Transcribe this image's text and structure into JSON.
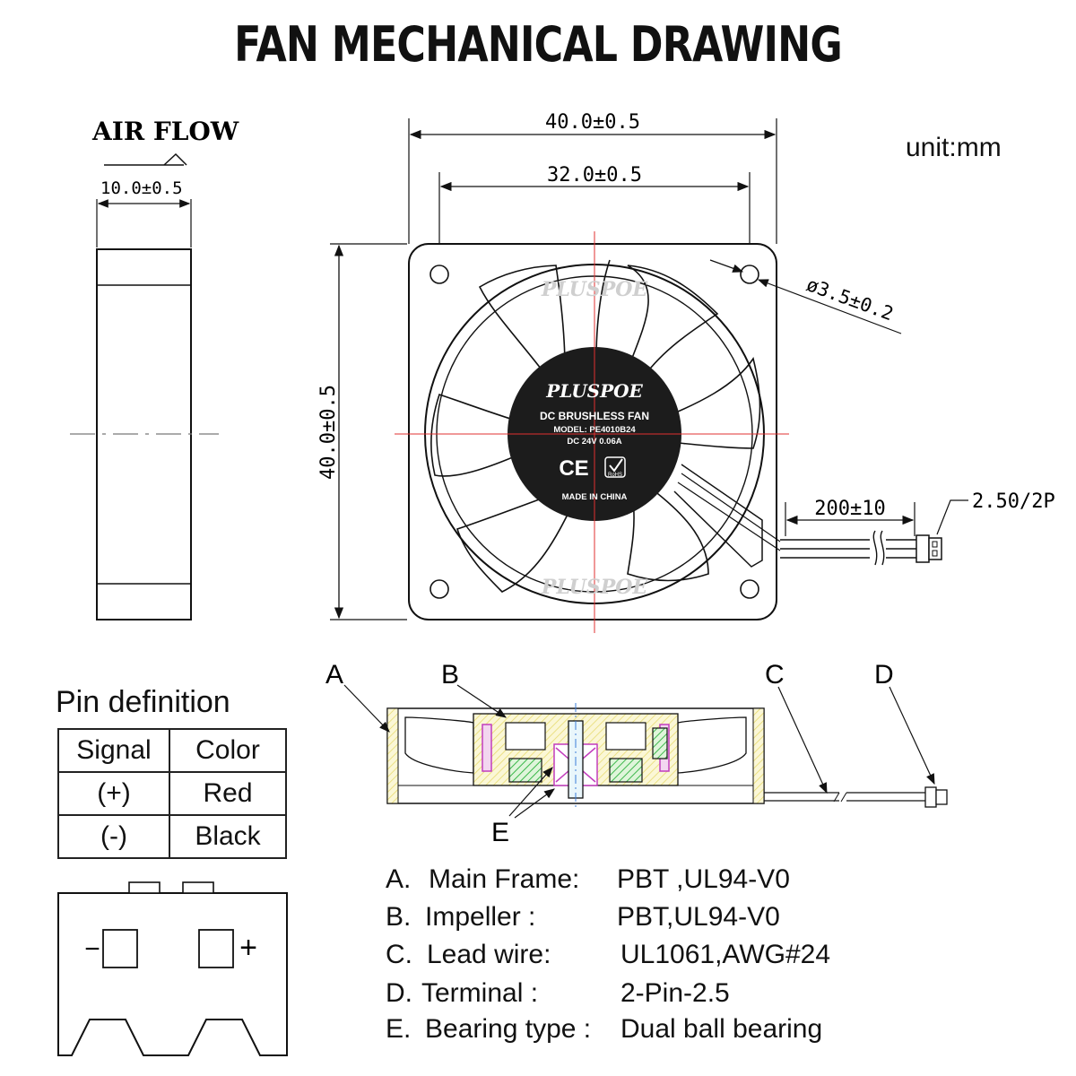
{
  "title": "FAN MECHANICAL DRAWING",
  "unit": "unit:mm",
  "side_view": {
    "air_flow_label": "AIR FLOW",
    "thickness": "10.0±0.5"
  },
  "front_view": {
    "width": "40.0±0.5",
    "hole_spacing": "32.0±0.5",
    "height": "40.0±0.5",
    "hole_diameter": "ø3.5±0.2",
    "cable_length": "200±10",
    "connector": "2.50/2P",
    "watermark": "PLUSPOE",
    "sticker": {
      "brand": "PLUSPOE",
      "product": "DC BRUSHLESS FAN",
      "model": "MODEL: PE4010B24",
      "rating": "DC 24V 0.06A",
      "marks": "CE",
      "rohs": "RoHS",
      "origin": "MADE IN CHINA"
    }
  },
  "section_view": {
    "callouts": [
      "A",
      "B",
      "C",
      "D",
      "E"
    ]
  },
  "pin_definition": {
    "title": "Pin definition",
    "headers": [
      "Signal",
      "Color"
    ],
    "rows": [
      [
        "(+)",
        "Red"
      ],
      [
        "(-)",
        "Black"
      ]
    ]
  },
  "connector_view": {
    "minus": "−",
    "plus": "+"
  },
  "legend": [
    {
      "key": "A.",
      "name": "Main Frame:",
      "value": "PBT ,UL94-V0"
    },
    {
      "key": "B.",
      "name": "Impeller :",
      "value": "PBT,UL94-V0"
    },
    {
      "key": "C.",
      "name": "Lead wire:",
      "value": "UL1061,AWG#24"
    },
    {
      "key": "D.",
      "name": "Terminal :",
      "value": "2-Pin-2.5"
    },
    {
      "key": "E.",
      "name": "Bearing type :",
      "value": "Dual ball bearing"
    }
  ]
}
